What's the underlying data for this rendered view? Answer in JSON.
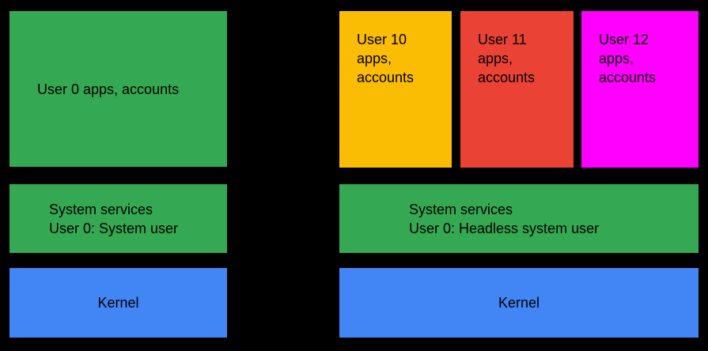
{
  "diagram": {
    "background_color": "#000000",
    "text_color": "#000000",
    "colors": {
      "green": "#34A853",
      "blue": "#4285F4",
      "yellow": "#FBBC04",
      "red": "#EA4335",
      "magenta": "#FF00FF"
    },
    "left_device": {
      "apps_box": {
        "label": "User 0 apps, accounts",
        "color": "#34A853"
      },
      "services_box": {
        "label": "System services\nUser 0: System user",
        "color": "#34A853"
      },
      "kernel_box": {
        "label": "Kernel",
        "color": "#4285F4"
      }
    },
    "right_device": {
      "user_boxes": [
        {
          "label": "User 10\napps,\naccounts",
          "color": "#FBBC04"
        },
        {
          "label": "User 11\napps,\naccounts",
          "color": "#EA4335"
        },
        {
          "label": "User 12\napps,\naccounts",
          "color": "#FF00FF"
        }
      ],
      "services_box": {
        "label": "System services\nUser 0: Headless system user",
        "color": "#34A853"
      },
      "kernel_box": {
        "label": "Kernel",
        "color": "#4285F4"
      }
    }
  }
}
